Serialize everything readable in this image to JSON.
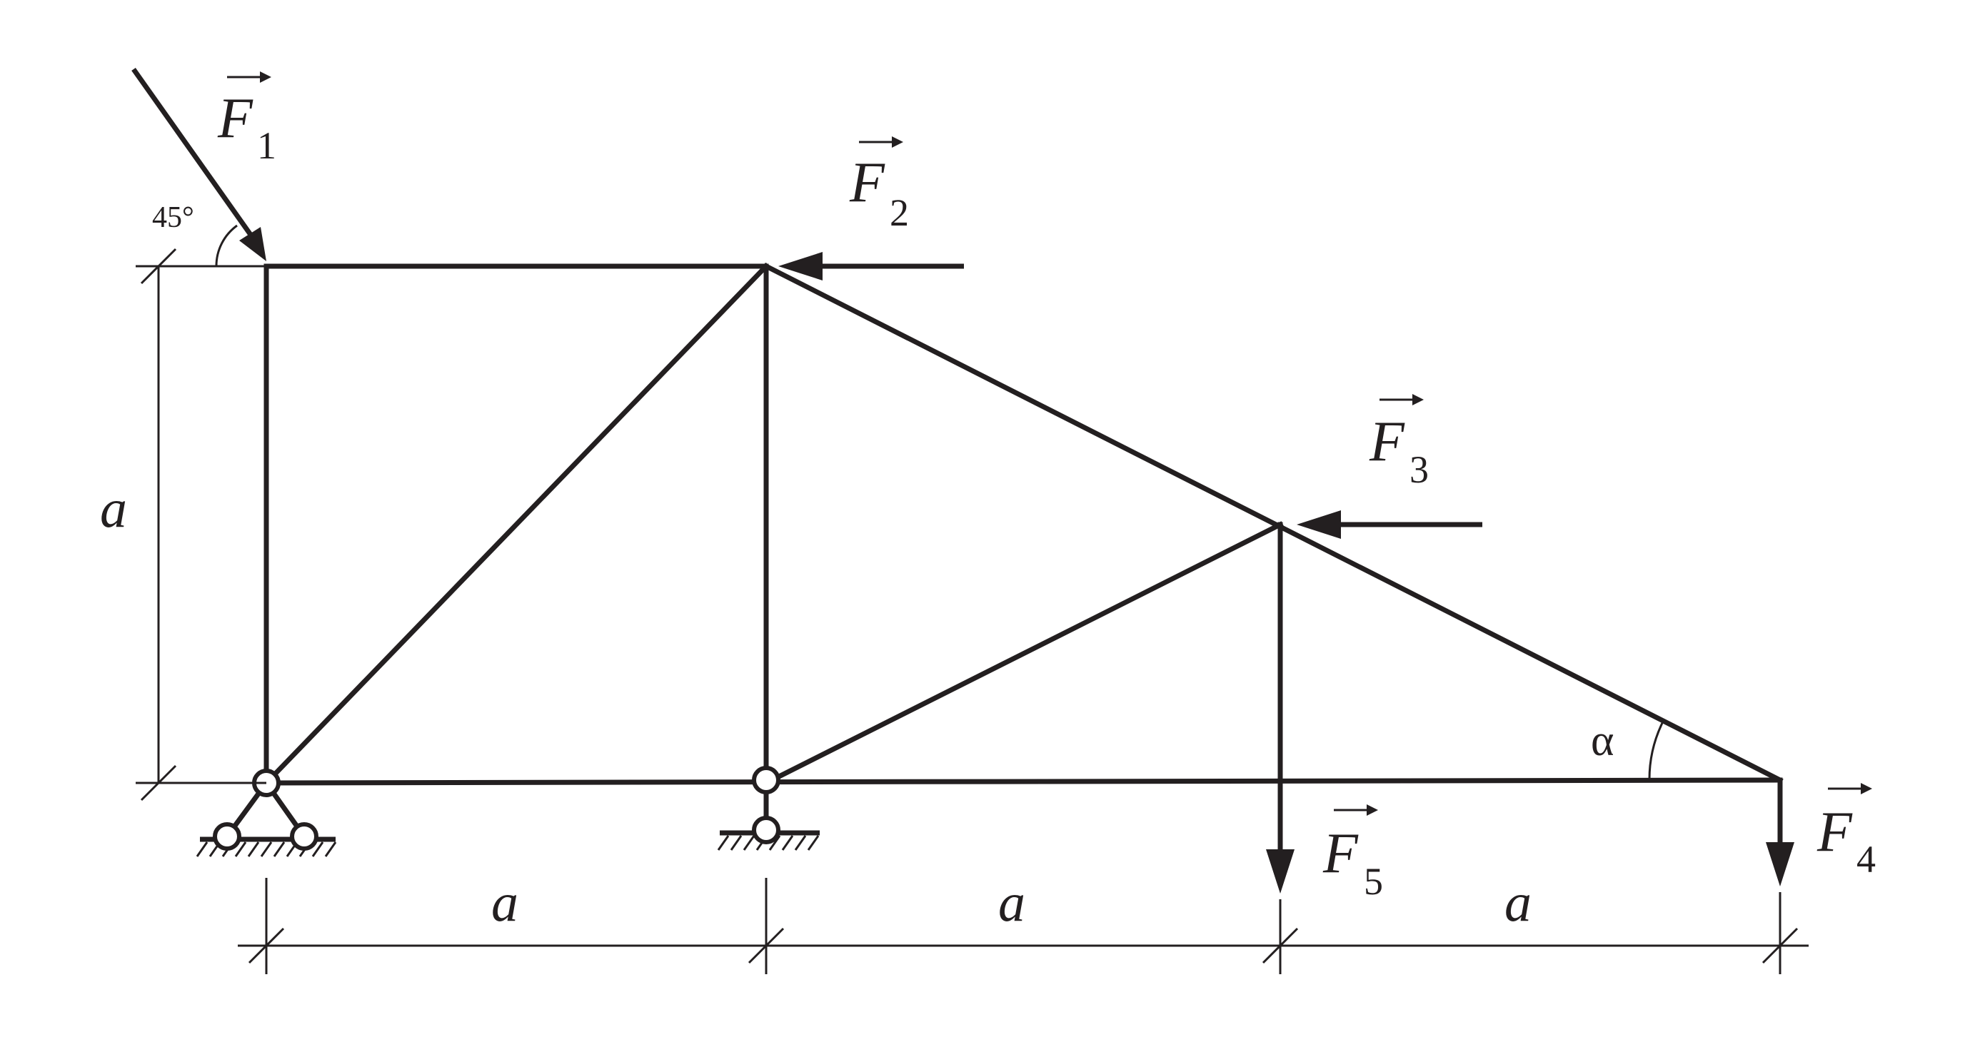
{
  "labels": {
    "length": "a",
    "force_symbol": "F",
    "f1_sub": "1",
    "f2_sub": "2",
    "f3_sub": "3",
    "f4_sub": "4",
    "f5_sub": "5",
    "angle_45": "45°",
    "angle_alpha": "α"
  },
  "colors": {
    "ink": "#231f20",
    "background": "#ffffff"
  }
}
